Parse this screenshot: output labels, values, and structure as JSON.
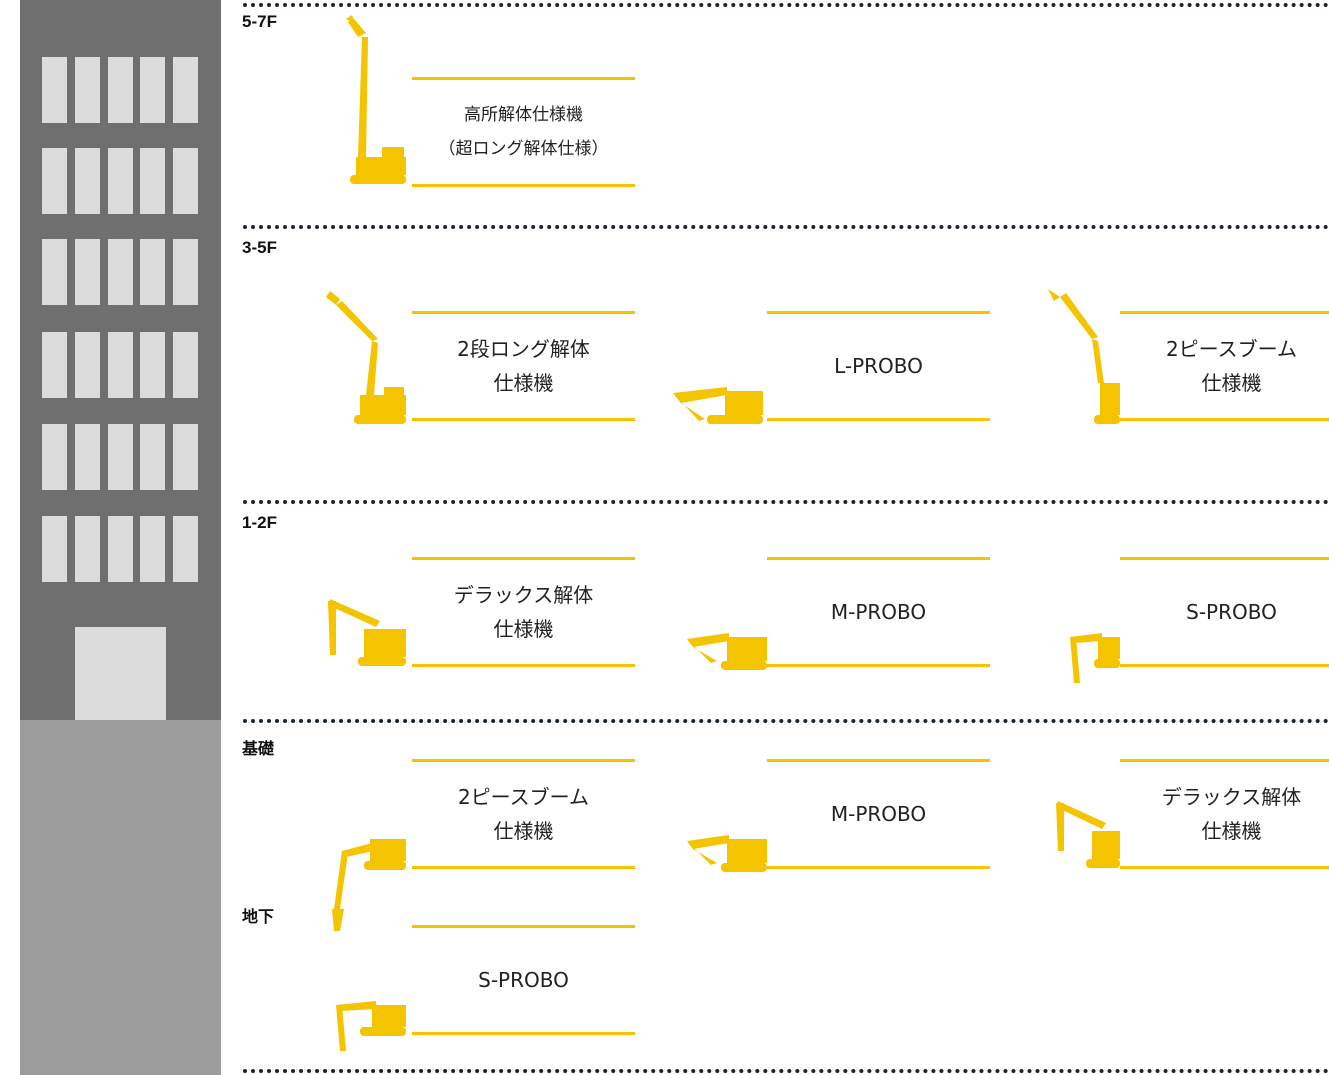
{
  "floors": [
    {
      "label": "5-7F"
    },
    {
      "label": "3-5F"
    },
    {
      "label": "1-2F"
    },
    {
      "label": "基礎"
    },
    {
      "label": "地下"
    }
  ],
  "machines": [
    {
      "line1": "高所解体仕様機",
      "line2": "（超ロング解体仕様）",
      "icon": "tall-boom-excavator-icon"
    },
    {
      "line1": "2段ロング解体",
      "line2": "仕様機",
      "icon": "long-boom-excavator-icon"
    },
    {
      "line1": "L-PROBO",
      "line2": "",
      "icon": "large-probo-icon"
    },
    {
      "line1": "2ピースブーム",
      "line2": "仕様機",
      "icon": "two-piece-boom-icon"
    },
    {
      "line1": "デラックス解体",
      "line2": "仕様機",
      "icon": "deluxe-demolition-icon"
    },
    {
      "line1": "M-PROBO",
      "line2": "",
      "icon": "medium-probo-icon"
    },
    {
      "line1": "S-PROBO",
      "line2": "",
      "icon": "small-probo-icon"
    },
    {
      "line1": "2ピースブーム",
      "line2": "仕様機",
      "icon": "two-piece-boom-down-icon"
    },
    {
      "line1": "M-PROBO",
      "line2": "",
      "icon": "medium-probo-icon"
    },
    {
      "line1": "デラックス解体",
      "line2": "仕様機",
      "icon": "deluxe-demolition-icon"
    },
    {
      "line1": "S-PROBO",
      "line2": "",
      "icon": "small-probo-icon"
    }
  ],
  "colors": {
    "machine": "#f5c400",
    "building_upper": "#6f6f6f",
    "building_lower": "#9c9c9c",
    "window": "#dcdcdc"
  }
}
